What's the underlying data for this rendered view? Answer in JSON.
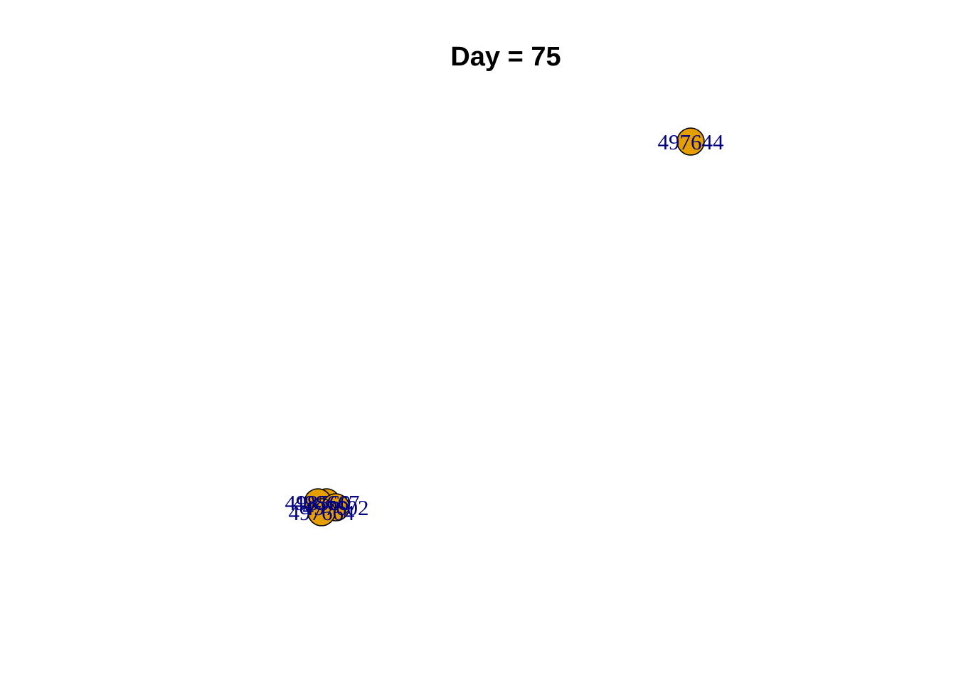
{
  "title": "Day = 75",
  "colors": {
    "node_fill": "#E69F00",
    "node_stroke": "#000000",
    "label": "#000080",
    "background": "#FFFFFF"
  },
  "nodes": [
    {
      "id": "497644"
    },
    {
      "id": "498667"
    },
    {
      "id": "498560"
    },
    {
      "id": "497602"
    },
    {
      "id": "497664"
    }
  ]
}
